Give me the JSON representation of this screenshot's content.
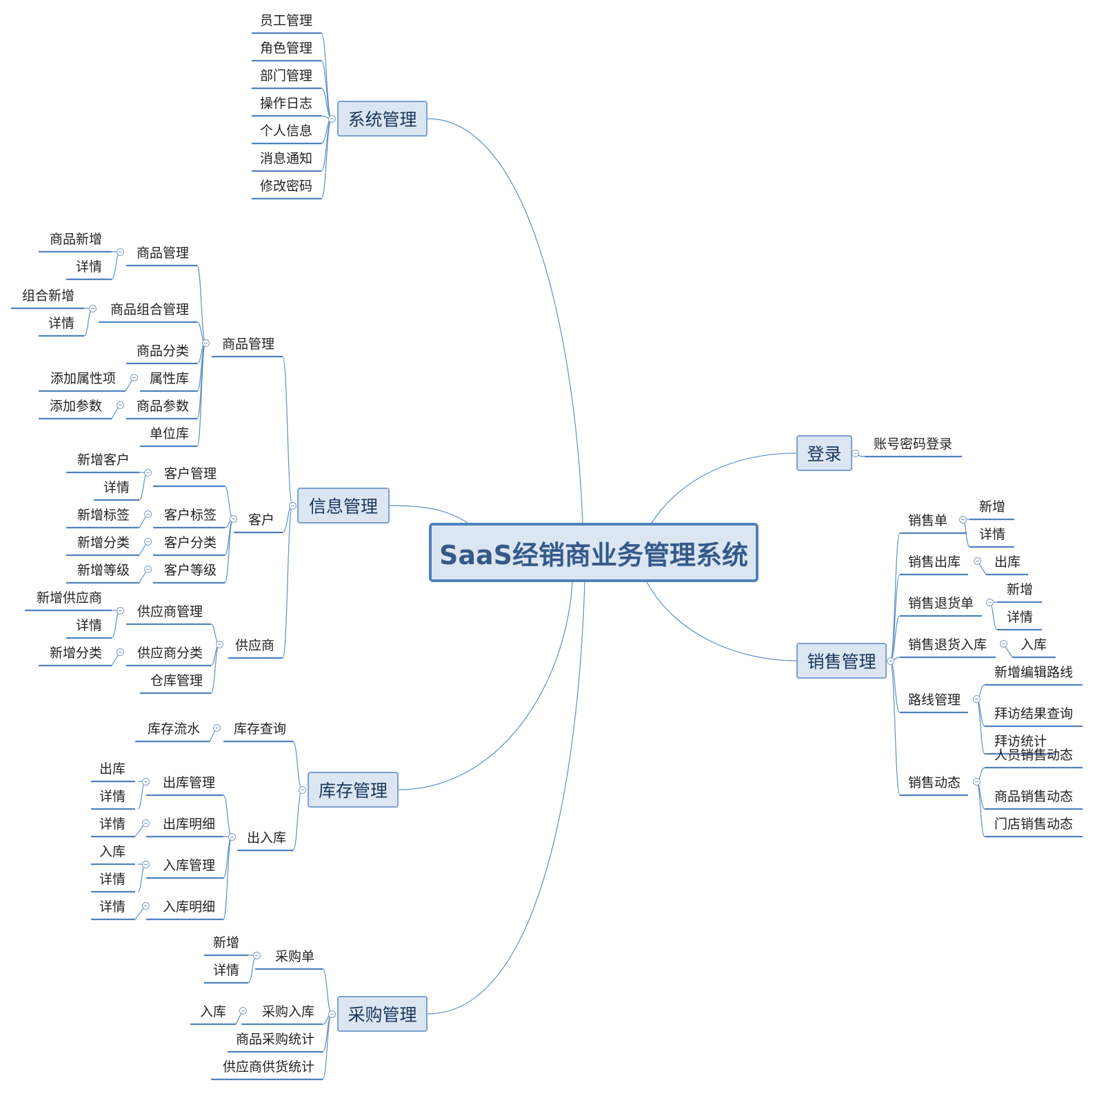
{
  "root": {
    "label": "SaaS经销商业务管理系统"
  },
  "system": {
    "label": "系统管理",
    "items": [
      "员工管理",
      "角色管理",
      "部门管理",
      "操作日志",
      "个人信息",
      "消息通知",
      "修改密码"
    ]
  },
  "info": {
    "label": "信息管理",
    "goods": {
      "label": "商品管理",
      "product_mgmt": {
        "label": "商品管理",
        "children": [
          "商品新增",
          "详情"
        ]
      },
      "combo_mgmt": {
        "label": "商品组合管理",
        "children": [
          "组合新增",
          "详情"
        ]
      },
      "category": {
        "label": "商品分类"
      },
      "attr_lib": {
        "label": "属性库",
        "children": [
          "添加属性项"
        ]
      },
      "params": {
        "label": "商品参数",
        "children": [
          "添加参数"
        ]
      },
      "unit_lib": {
        "label": "单位库"
      }
    },
    "customer": {
      "label": "客户",
      "mgmt": {
        "label": "客户管理",
        "children": [
          "新增客户",
          "详情"
        ]
      },
      "tag": {
        "label": "客户标签",
        "children": [
          "新增标签"
        ]
      },
      "category": {
        "label": "客户分类",
        "children": [
          "新增分类"
        ]
      },
      "level": {
        "label": "客户等级",
        "children": [
          "新增等级"
        ]
      }
    },
    "supplier": {
      "label": "供应商",
      "mgmt": {
        "label": "供应商管理",
        "children": [
          "新增供应商",
          "详情"
        ]
      },
      "category": {
        "label": "供应商分类",
        "children": [
          "新增分类"
        ]
      },
      "warehouse": {
        "label": "仓库管理"
      }
    }
  },
  "inventory": {
    "label": "库存管理",
    "query": {
      "label": "库存查询",
      "children": [
        "库存流水"
      ]
    },
    "inout": {
      "label": "出入库",
      "out_mgmt": {
        "label": "出库管理",
        "children": [
          "出库",
          "详情"
        ]
      },
      "out_detail": {
        "label": "出库明细",
        "children": [
          "详情"
        ]
      },
      "in_mgmt": {
        "label": "入库管理",
        "children": [
          "入库",
          "详情"
        ]
      },
      "in_detail": {
        "label": "入库明细",
        "children": [
          "详情"
        ]
      }
    }
  },
  "purchase": {
    "label": "采购管理",
    "order": {
      "label": "采购单",
      "children": [
        "新增",
        "详情"
      ]
    },
    "inbound": {
      "label": "采购入库",
      "children": [
        "入库"
      ]
    },
    "goods_stats": {
      "label": "商品采购统计"
    },
    "supplier_stats": {
      "label": "供应商供货统计"
    }
  },
  "login": {
    "label": "登录",
    "items": [
      "账号密码登录"
    ]
  },
  "sales": {
    "label": "销售管理",
    "order": {
      "label": "销售单",
      "children": [
        "新增",
        "详情"
      ]
    },
    "out": {
      "label": "销售出库",
      "children": [
        "出库"
      ]
    },
    "return": {
      "label": "销售退货单",
      "children": [
        "新增",
        "详情"
      ]
    },
    "return_in": {
      "label": "销售退货入库",
      "children": [
        "入库"
      ]
    },
    "route": {
      "label": "路线管理",
      "children": [
        "新增编辑路线",
        "拜访结果查询",
        "拜访统计"
      ]
    },
    "dynamics": {
      "label": "销售动态",
      "children": [
        "人员销售动态",
        "商品销售动态",
        "门店销售动态"
      ]
    }
  },
  "colors": {
    "line": "#5b8fc7",
    "box_fill": "#dce6f2",
    "box_border": "#7aa0cf",
    "root_border": "#4f81bd",
    "title_text": "#355a8a"
  }
}
